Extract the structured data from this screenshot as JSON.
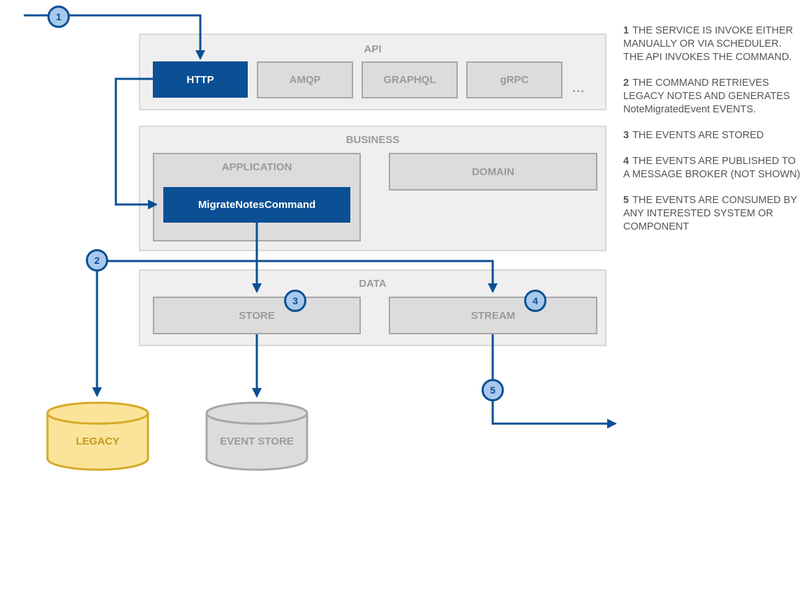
{
  "layers": {
    "api": "API",
    "business": "BUSINESS",
    "data": "DATA"
  },
  "api": {
    "http": "HTTP",
    "amqp": "AMQP",
    "graphql": "GRAPHQL",
    "grpc": "gRPC",
    "more": "..."
  },
  "business": {
    "application": "APPLICATION",
    "command": "MigrateNotesCommand",
    "domain": "DOMAIN"
  },
  "data": {
    "store": "STORE",
    "stream": "STREAM"
  },
  "storage": {
    "legacy": "LEGACY",
    "event_store": "EVENT STORE"
  },
  "badges": [
    "1",
    "2",
    "3",
    "4",
    "5"
  ],
  "notes": [
    {
      "num": "1",
      "text": "THE SERVICE IS INVOKE EITHER MANUALLY OR VIA SCHEDULER. THE API INVOKES THE COMMAND."
    },
    {
      "num": "2",
      "text": "THE COMMAND RETRIEVES LEGACY NOTES AND GENERATES NoteMigratedEvent EVENTS."
    },
    {
      "num": "3",
      "text": "THE EVENTS ARE STORED"
    },
    {
      "num": "4",
      "text": "THE EVENTS ARE PUBLISHED TO A MESSAGE BROKER (NOT SHOWN)"
    },
    {
      "num": "5",
      "text": "THE EVENTS ARE CONSUMED BY ANY INTERESTED SYSTEM OR COMPONENT"
    }
  ],
  "colors": {
    "accent": "#0b4f94",
    "badge_fill": "#a8c8ec",
    "layer_bg": "#efefef",
    "box_bg": "#dcdcdc",
    "legacy_fill": "#fbe49a",
    "legacy_stroke": "#d6a928",
    "legacy_text": "#c49a1c"
  }
}
